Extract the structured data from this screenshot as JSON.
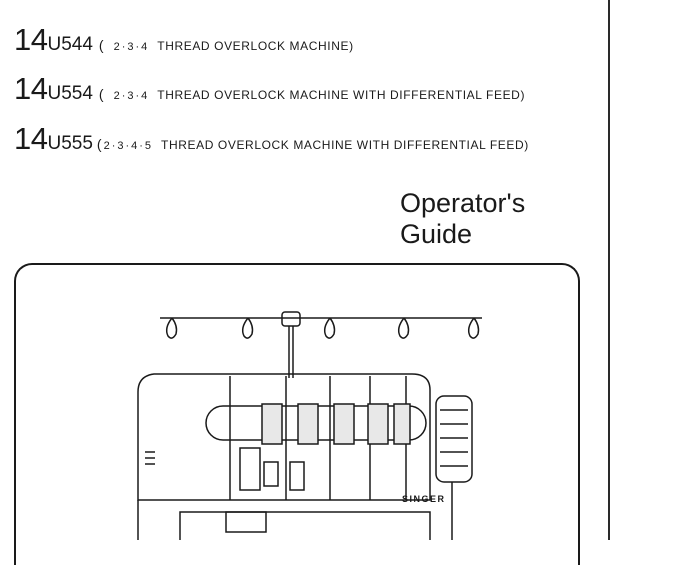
{
  "models": [
    {
      "number": "14",
      "code": "U544",
      "paren_open": "(",
      "threads": "2·3·4",
      "description": "THREAD OVERLOCK MACHINE",
      "paren_close": ")"
    },
    {
      "number": "14",
      "code": "U554",
      "paren_open": "(",
      "threads": "2·3·4",
      "description": "THREAD OVERLOCK MACHINE WITH DIFFERENTIAL FEED",
      "paren_close": ")"
    },
    {
      "number": "14",
      "code": "U555",
      "paren_open": "(",
      "threads": "2·3·4·5",
      "description": "THREAD OVERLOCK MACHINE WITH DIFFERENTIAL FEED",
      "paren_close": ")"
    }
  ],
  "title": {
    "line1": "Operator's",
    "line2": "Guide"
  },
  "illustration": {
    "brand": "SINGER"
  }
}
